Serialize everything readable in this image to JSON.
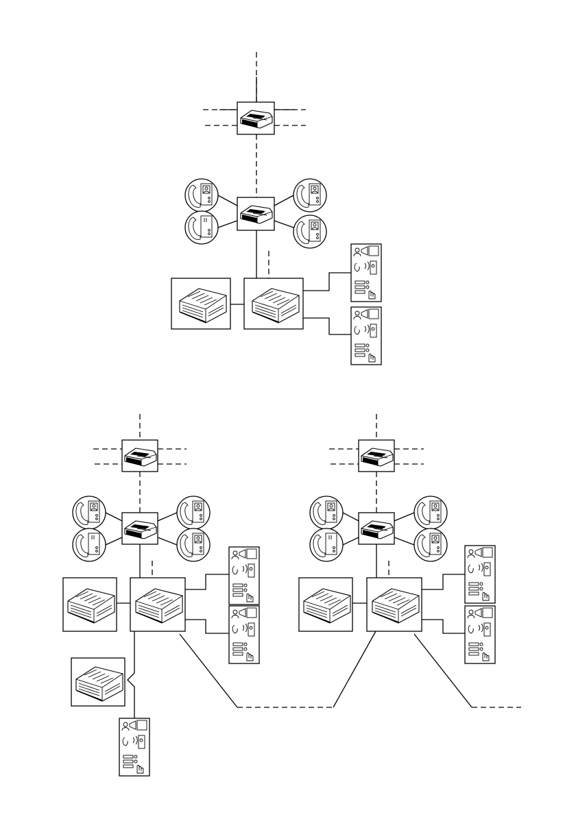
{
  "diagram": {
    "type": "intercom-wiring-diagram",
    "colors": {
      "line": "#000000",
      "background": "#ffffff"
    },
    "icons": [
      "distributor-module-icon",
      "din-rail-module-icon",
      "handset-monitor-icon",
      "handset-audio-icon",
      "outdoor-station-icon"
    ],
    "systems": [
      {
        "id": "system-a",
        "monitors": 4,
        "outdoor_stations": 2,
        "power_modules": 2
      },
      {
        "id": "system-b",
        "monitors": 4,
        "outdoor_stations": 3,
        "power_modules": 3
      },
      {
        "id": "system-c",
        "monitors": 4,
        "outdoor_stations": 2,
        "power_modules": 2
      }
    ]
  }
}
